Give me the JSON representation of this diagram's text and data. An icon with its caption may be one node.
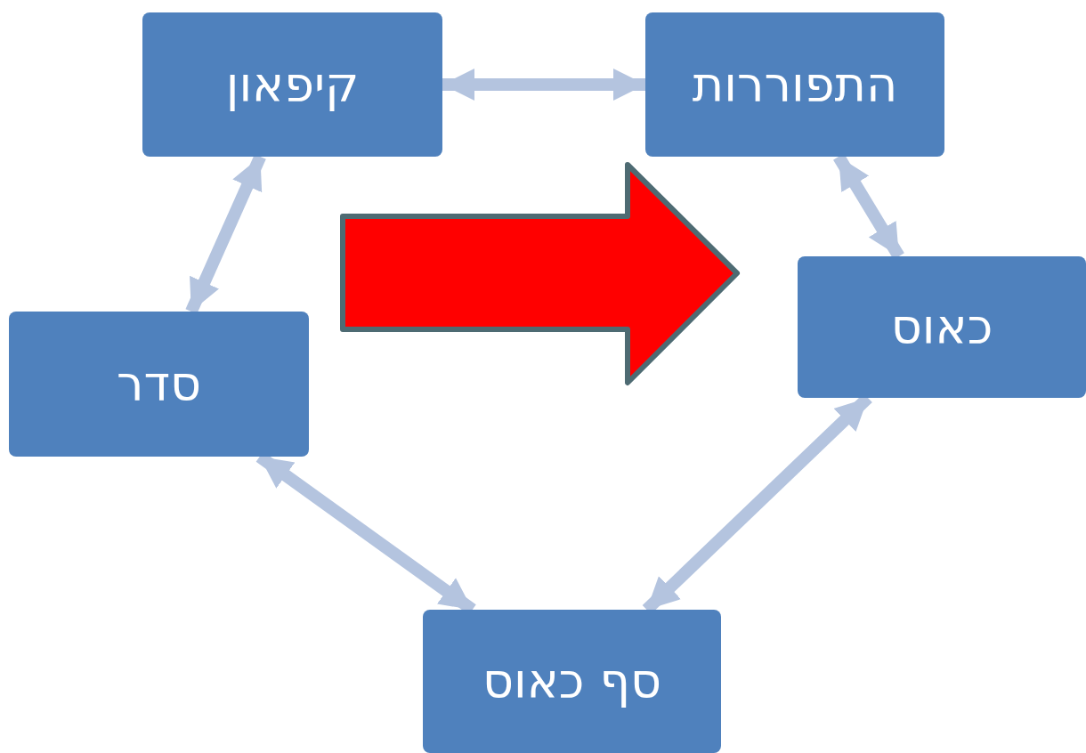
{
  "diagram": {
    "nodes": [
      {
        "text": [
          "קיפאון"
        ]
      },
      {
        "text": [
          "התפוררות"
        ]
      },
      {
        "text": [
          "כאוס"
        ]
      },
      {
        "text": [
          "סף כאוס"
        ]
      },
      {
        "text": [
          "סדר"
        ]
      }
    ],
    "edges": [
      {
        "from": 0,
        "to": 1,
        "arrow": "both"
      },
      {
        "from": 1,
        "to": 2,
        "arrow": "both"
      },
      {
        "from": 2,
        "to": 3,
        "arrow": "both"
      },
      {
        "from": 3,
        "to": 4,
        "arrow": "both"
      },
      {
        "from": 4,
        "to": 0,
        "arrow": "both"
      }
    ]
  }
}
